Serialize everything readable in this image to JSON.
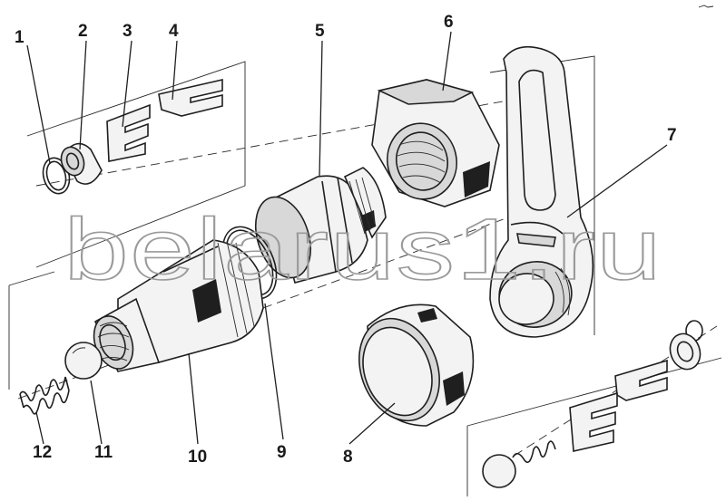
{
  "diagram": {
    "callouts": [
      {
        "id": "1",
        "label": "1"
      },
      {
        "id": "2",
        "label": "2"
      },
      {
        "id": "3",
        "label": "3"
      },
      {
        "id": "4",
        "label": "4"
      },
      {
        "id": "5",
        "label": "5"
      },
      {
        "id": "6",
        "label": "6"
      },
      {
        "id": "7",
        "label": "7"
      },
      {
        "id": "8",
        "label": "8"
      },
      {
        "id": "9",
        "label": "9"
      },
      {
        "id": "10",
        "label": "10"
      },
      {
        "id": "11",
        "label": "11"
      },
      {
        "id": "12",
        "label": "12"
      }
    ],
    "watermark": "belarus1.ru"
  }
}
